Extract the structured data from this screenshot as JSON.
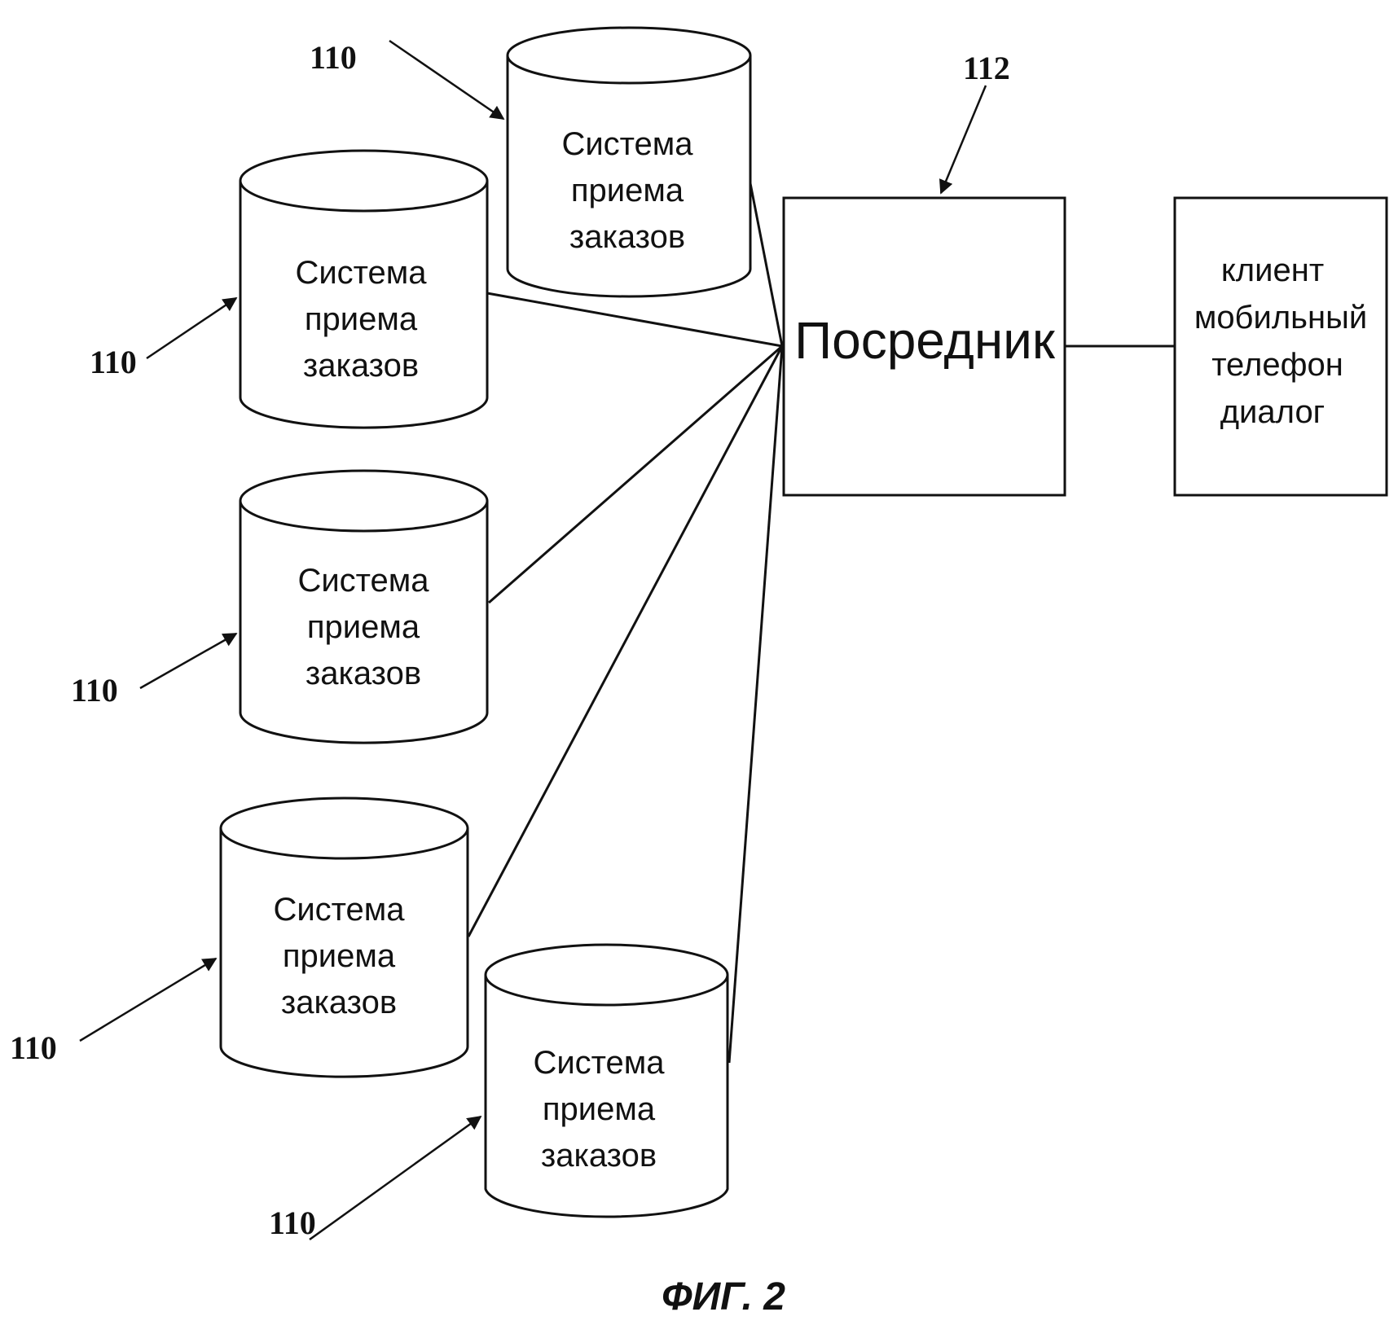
{
  "figure": {
    "caption": "ФИГ. 2"
  },
  "nodes": {
    "databases": [
      {
        "ref": "110",
        "lines": [
          "Система",
          "приема",
          "заказов"
        ]
      },
      {
        "ref": "110",
        "lines": [
          "Система",
          "приема",
          "заказов"
        ]
      },
      {
        "ref": "110",
        "lines": [
          "Система",
          "приема",
          "заказов"
        ]
      },
      {
        "ref": "110",
        "lines": [
          "Система",
          "приема",
          "заказов"
        ]
      },
      {
        "ref": "110",
        "lines": [
          "Система",
          "приема",
          "заказов"
        ]
      }
    ],
    "broker": {
      "ref": "112",
      "label": "Посредник"
    },
    "client": {
      "lines": [
        "клиент",
        "мобильный",
        "телефон",
        "диалог"
      ]
    }
  }
}
